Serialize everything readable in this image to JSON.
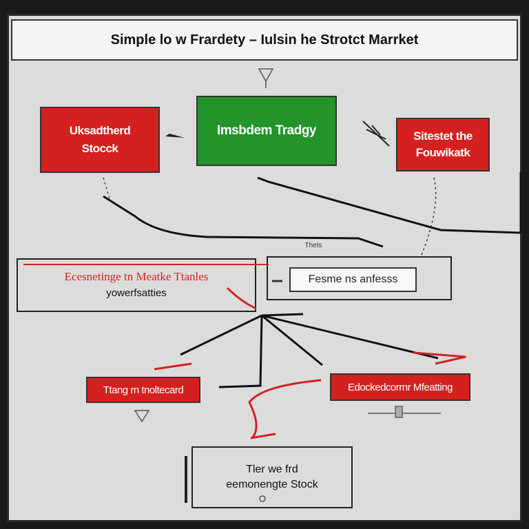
{
  "title": "Simple lo w Frardety – Iulsin he Strotct Marrket",
  "nodes": {
    "stock_box": {
      "line1": "Uksadtherd",
      "line2": "Stocck"
    },
    "trading_box": {
      "label": "Imsbdem Tradgy"
    },
    "right_box": {
      "line1": "Sitestet the",
      "line2": "Fouwikatk"
    },
    "small_label": "Thets",
    "mid_left": {
      "line1": "Ecesnetinge tn Meatke Ttanles",
      "line2": "yowerfsatties"
    },
    "mid_right": {
      "label": "Fesme ns anfesss"
    },
    "bottom_left": {
      "label": "Ttang rn tnoltecard"
    },
    "bottom_right": {
      "label": "Edockedcorrnr Mfeatting"
    },
    "final_box": {
      "line1": "Tler we frd",
      "line2": "eemonengte Stock"
    }
  },
  "colors": {
    "red": "#d4211f",
    "green": "#23942a",
    "panel": "#dcdcdc",
    "frame": "#1a1a1a"
  }
}
